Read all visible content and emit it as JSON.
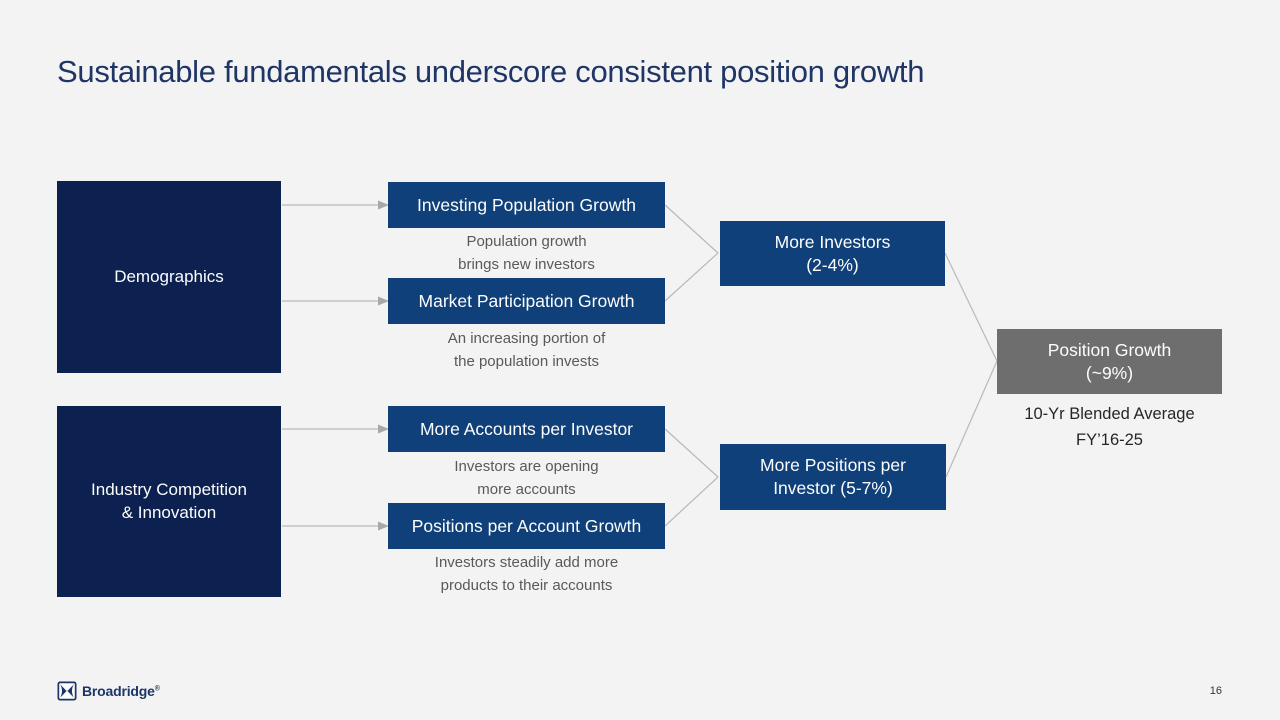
{
  "slide": {
    "title": "Sustainable fundamentals underscore consistent position growth",
    "page_number": "16",
    "background_color": "#f3f3f4"
  },
  "colors": {
    "driver_box": "#0c2150",
    "factor_box": "#104079",
    "result_box": "#6e6e6e",
    "title_text": "#1e3565",
    "caption_text": "#595959",
    "connector_line": "#b9b9b9"
  },
  "logo": {
    "brand": "Broadridge",
    "registered_mark": "®",
    "icon": "broadridge-bowtie-icon"
  },
  "diagram": {
    "drivers": [
      {
        "label_line1": "Demographics",
        "label_line2": ""
      },
      {
        "label_line1": "Industry Competition",
        "label_line2": "& Innovation"
      }
    ],
    "factors": [
      {
        "label": "Investing Population Growth",
        "caption_line1": "Population growth",
        "caption_line2": "brings new investors"
      },
      {
        "label": "Market Participation Growth",
        "caption_line1": "An increasing portion of",
        "caption_line2": "the population invests"
      },
      {
        "label": "More Accounts per Investor",
        "caption_line1": "Investors are opening",
        "caption_line2": "more accounts"
      },
      {
        "label": "Positions per Account Growth",
        "caption_line1": "Investors steadily add more",
        "caption_line2": "products to their accounts"
      }
    ],
    "outcomes": [
      {
        "label_line1": "More Investors",
        "label_line2": "(2-4%)"
      },
      {
        "label_line1": "More Positions per",
        "label_line2": "Investor (5-7%)"
      }
    ],
    "result": {
      "label_line1": "Position Growth",
      "label_line2": "(~9%)",
      "caption_line1": "10-Yr Blended Average",
      "caption_line2": "FY’16-25"
    }
  }
}
